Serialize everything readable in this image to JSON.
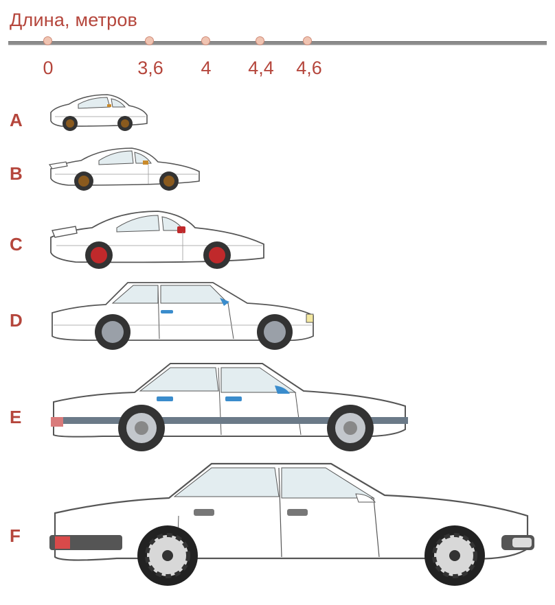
{
  "scale": {
    "title": "Длина, метров",
    "ticks": [
      "0",
      "3,6",
      "4",
      "4,4",
      "4,6"
    ]
  },
  "cars": [
    {
      "label": "A",
      "accent": "#c98a2a",
      "wheel": "#8a5a1e"
    },
    {
      "label": "B",
      "accent": "#c98a2a",
      "wheel": "#8a5a1e"
    },
    {
      "label": "C",
      "accent": "#c0292b",
      "wheel": "#c0292b"
    },
    {
      "label": "D",
      "accent": "#3a8ccc",
      "wheel": "#9aa0a8"
    },
    {
      "label": "E",
      "accent": "#3a8ccc",
      "wheel": "#9aa0a8"
    },
    {
      "label": "F",
      "accent": "#777777",
      "wheel": "#333333"
    }
  ],
  "colors": {
    "text": "#b5463c",
    "tick_dot": "#f0c4b2",
    "line": "#8d8d8d",
    "body_stroke": "#555555",
    "glass": "#e3edf0"
  }
}
